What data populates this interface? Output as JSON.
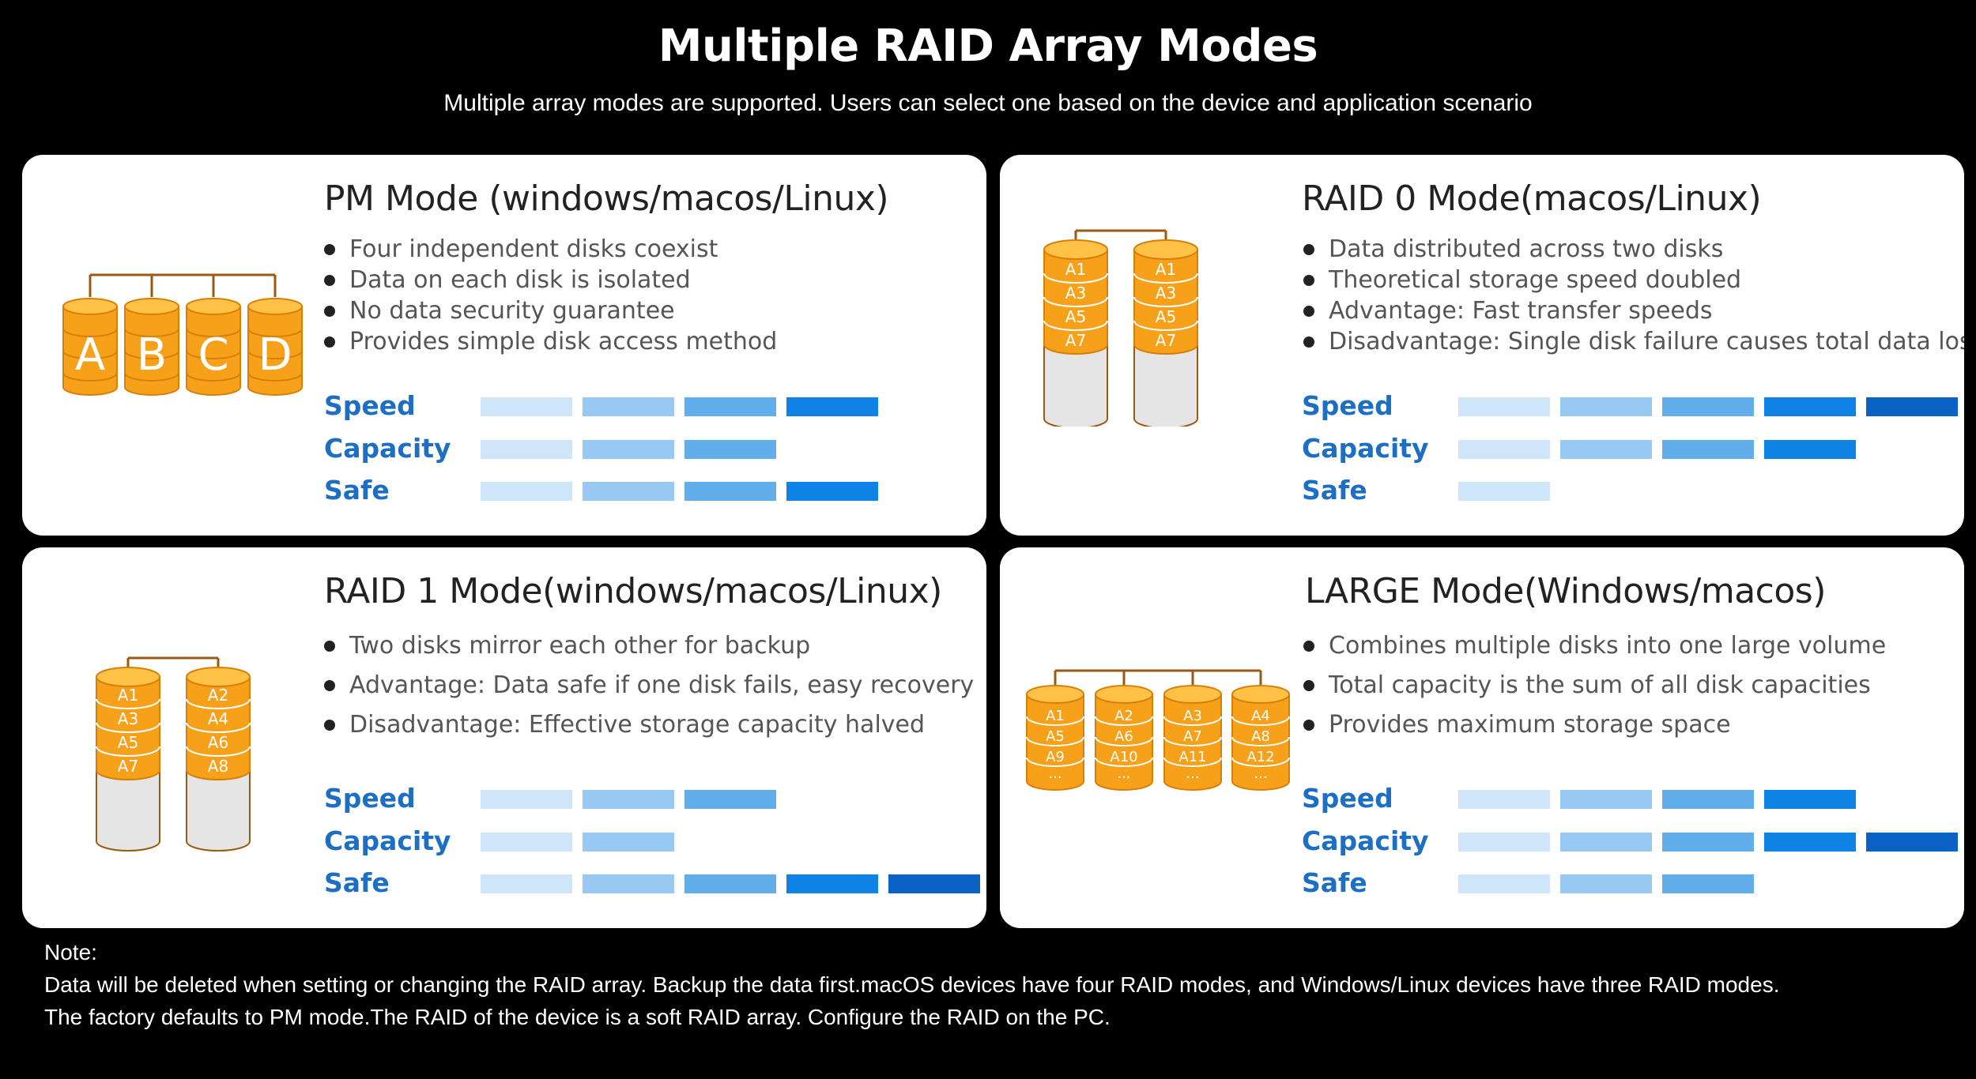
{
  "header": {
    "title": "Multiple RAID Array Modes",
    "subtitle": "Multiple array modes are supported. Users can select one based on the device and application scenario"
  },
  "metric_labels": [
    "Speed",
    "Capacity",
    "Safe"
  ],
  "colors": {
    "background": "#000000",
    "card": "#ffffff",
    "label_blue": "#1d6fc4",
    "disk_orange": "#f7a11a",
    "bar_levels": [
      "#cfe6fa",
      "#97c9f2",
      "#62aeeb",
      "#0f82e6",
      "#0a63c4"
    ]
  },
  "cards": [
    {
      "title": "PM Mode (windows/macos/Linux)",
      "bullets": [
        "Four independent disks coexist",
        "Data on each disk is isolated",
        "No data security guarantee",
        "Provides simple disk access method"
      ],
      "disks": [
        "A",
        "B",
        "C",
        "D"
      ],
      "ratings": {
        "speed": 4,
        "capacity": 3,
        "safe": 4
      }
    },
    {
      "title": "RAID 0 Mode(macos/Linux)",
      "bullets": [
        "Data distributed across two disks",
        "Theoretical storage speed doubled",
        "Advantage: Fast transfer speeds",
        "Disadvantage: Single disk failure causes total data loss"
      ],
      "disks": [
        [
          "A1",
          "A3",
          "A5",
          "A7"
        ],
        [
          "A1",
          "A3",
          "A5",
          "A7"
        ]
      ],
      "ratings": {
        "speed": 5,
        "capacity": 4,
        "safe": 1
      }
    },
    {
      "title": "RAID 1 Mode(windows/macos/Linux)",
      "bullets": [
        "Two disks mirror each other for backup",
        "Advantage: Data safe if one disk fails, easy recovery",
        "Disadvantage: Effective storage capacity halved"
      ],
      "disks": [
        [
          "A1",
          "A3",
          "A5",
          "A7"
        ],
        [
          "A2",
          "A4",
          "A6",
          "A8"
        ]
      ],
      "ratings": {
        "speed": 3,
        "capacity": 2,
        "safe": 5
      }
    },
    {
      "title": "LARGE Mode(Windows/macos)",
      "bullets": [
        "Combines multiple disks into one large volume",
        "Total capacity is the sum of all disk capacities",
        "Provides maximum storage space"
      ],
      "disks": [
        [
          "A1",
          "A5",
          "A9",
          "..."
        ],
        [
          "A2",
          "A6",
          "A10",
          "..."
        ],
        [
          "A3",
          "A7",
          "A11",
          "..."
        ],
        [
          "A4",
          "A8",
          "A12",
          "..."
        ]
      ],
      "ratings": {
        "speed": 4,
        "capacity": 5,
        "safe": 3
      }
    }
  ],
  "note": {
    "label": "Note:",
    "line1": "Data will be deleted when setting or changing the RAID array. Backup the data first.macOS devices have four RAID modes, and Windows/Linux devices have three RAID modes.",
    "line2": "The factory defaults to PM mode.The RAID of the device is a soft RAID array. Configure the RAID on the PC."
  }
}
